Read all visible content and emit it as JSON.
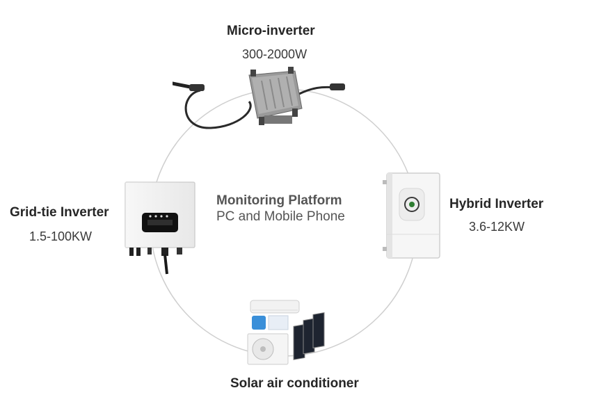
{
  "nodes": {
    "micro": {
      "title": "Micro-inverter",
      "range": "300-2000W"
    },
    "grid": {
      "title": "Grid-tie Inverter",
      "range": "1.5-100KW"
    },
    "hybrid": {
      "title": "Hybrid Inverter",
      "range": "3.6-12KW"
    },
    "aircon": {
      "title": "Solar air conditioner"
    }
  },
  "center": {
    "title": "Monitoring Platform",
    "subtitle": "PC and Mobile Phone"
  }
}
